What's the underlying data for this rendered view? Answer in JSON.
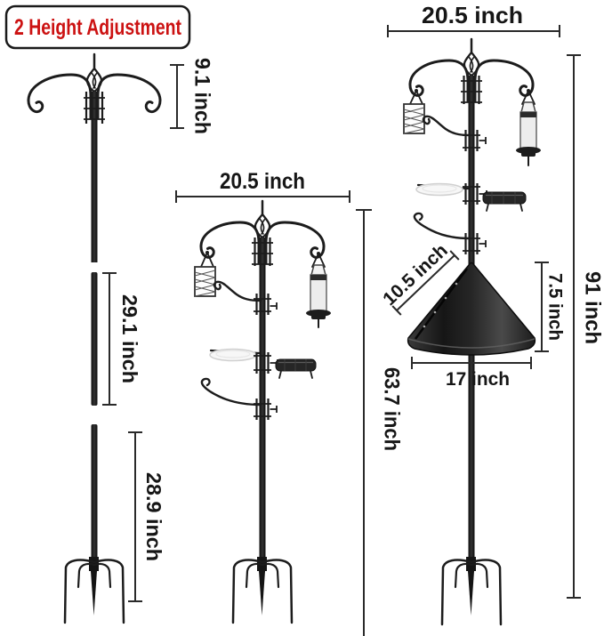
{
  "colors": {
    "ink": "#1b1b1b",
    "accent_red": "#cc1212",
    "paper": "#ffffff",
    "tube_body": "#ededed",
    "tray_white": "#f7f7f7"
  },
  "badge": {
    "label": "2 Height Adjustment"
  },
  "left_figure": {
    "title": "disassembled pole sections",
    "top_section_dim": "9.1 inch",
    "middle_section_dim": "29.1 inch",
    "bottom_section_dim": "28.9 inch"
  },
  "middle_figure": {
    "title": "assembled feeding station",
    "width_dim": "20.5 inch",
    "height_dim": "63.7 inch"
  },
  "right_figure": {
    "title": "full station with squirrel baffle",
    "width_dim": "20.5 inch",
    "height_dim": "91 inch",
    "baffle_slant_dim": "10.5 inch",
    "baffle_height_dim": "7.5 inch",
    "baffle_diameter_dim": "17 inch"
  }
}
